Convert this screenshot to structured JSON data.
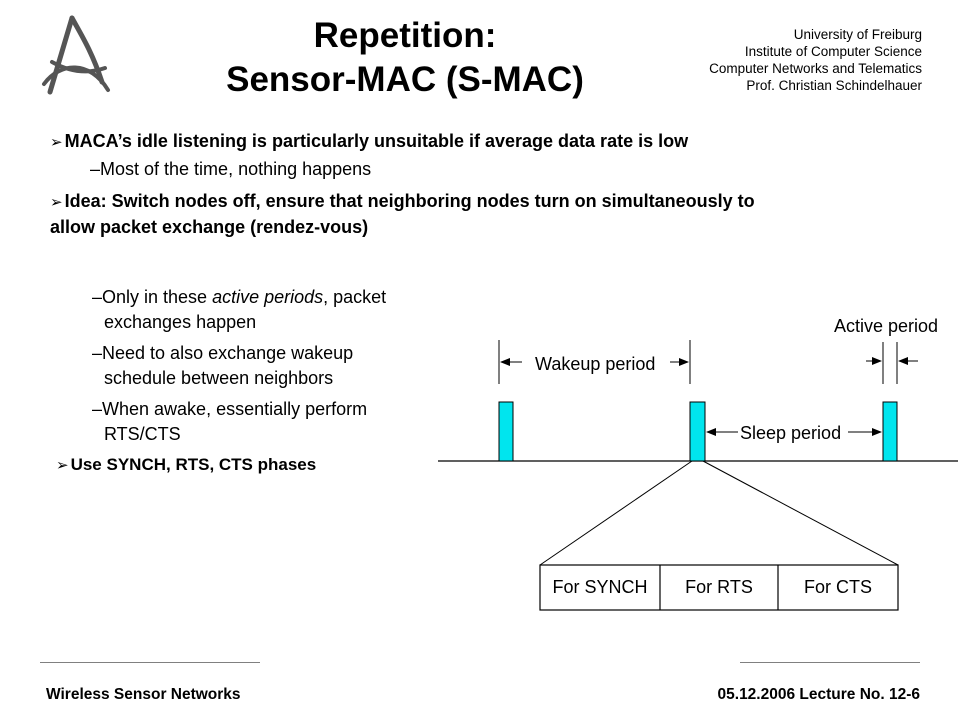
{
  "slide": {
    "title_line1": "Repetition:",
    "title_line2": "Sensor-MAC (S-MAC)",
    "affiliation": [
      "University of Freiburg",
      "Institute of Computer Science",
      "Computer Networks and Telematics",
      "Prof. Christian Schindelhauer"
    ],
    "bullets": [
      {
        "text": "MACA’s idle listening is particularly unsuitable if average data rate is low"
      },
      {
        "sub": "Most of the time, nothing happens"
      },
      {
        "text_line1": "Idea: Switch nodes off, ensure that neighboring nodes turn on simultaneously to",
        "text_line2": "allow packet exchange (rendez-vous)"
      }
    ],
    "subpoints": [
      {
        "pre": "Only in these ",
        "em": "active periods",
        "post": ", packet",
        "line2": "exchanges happen"
      },
      {
        "line1": "Need to also exchange wakeup",
        "line2": "schedule between neighbors"
      },
      {
        "line1": "When awake, essentially perform",
        "line2": "RTS/CTS"
      }
    ],
    "last_bullet": "Use SYNCH, RTS, CTS phases",
    "dash": "–",
    "footer_left": "Wireless  Sensor  Networks",
    "footer_right": "05.12.2006  Lecture No. 12-6"
  },
  "diagram": {
    "label_active": "Active period",
    "label_wakeup": "Wakeup period",
    "label_sleep": "Sleep period",
    "phases": [
      "For SYNCH",
      "For RTS",
      "For CTS"
    ],
    "pulse_color": "#00e5ee"
  }
}
